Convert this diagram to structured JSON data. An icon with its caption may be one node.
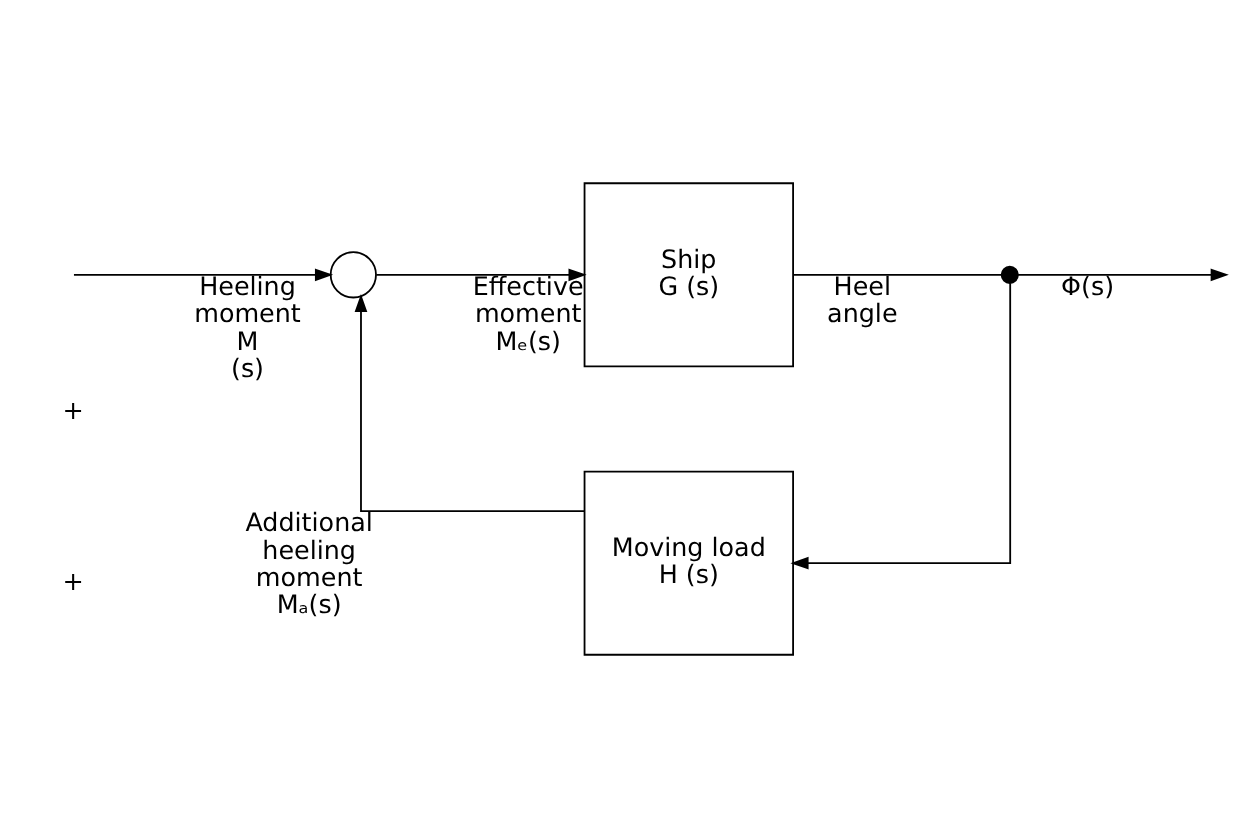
{
  "diagram": {
    "nodes": [
      {
        "text": [],
        "shape": "circle"
      },
      {
        "text": [
          "Ship",
          "G (s)"
        ]
      },
      {
        "text": [
          "Moving load",
          "H (s)"
        ]
      },
      {
        "text": [],
        "shape": "dot"
      }
    ],
    "edges": [
      {
        "from": null,
        "to": 0,
        "arrow": "to",
        "label": "Heeling moment M (s)"
      },
      {
        "from": 0,
        "to": 1,
        "arrow": "to",
        "label": "Effective moment Mₑ(s)"
      },
      {
        "from": 1,
        "to": 3,
        "arrow": "none",
        "label": "Heel angle"
      },
      {
        "from": 3,
        "to": null,
        "arrow": "to",
        "label": "Φ(s)"
      },
      {
        "from": 3,
        "to": 2,
        "arrow": "to"
      },
      {
        "from": 2,
        "to": 0,
        "arrow": "to",
        "label": "Additional heeling moment Mₐ(s)"
      }
    ],
    "labels": [
      "+",
      "+"
    ]
  }
}
